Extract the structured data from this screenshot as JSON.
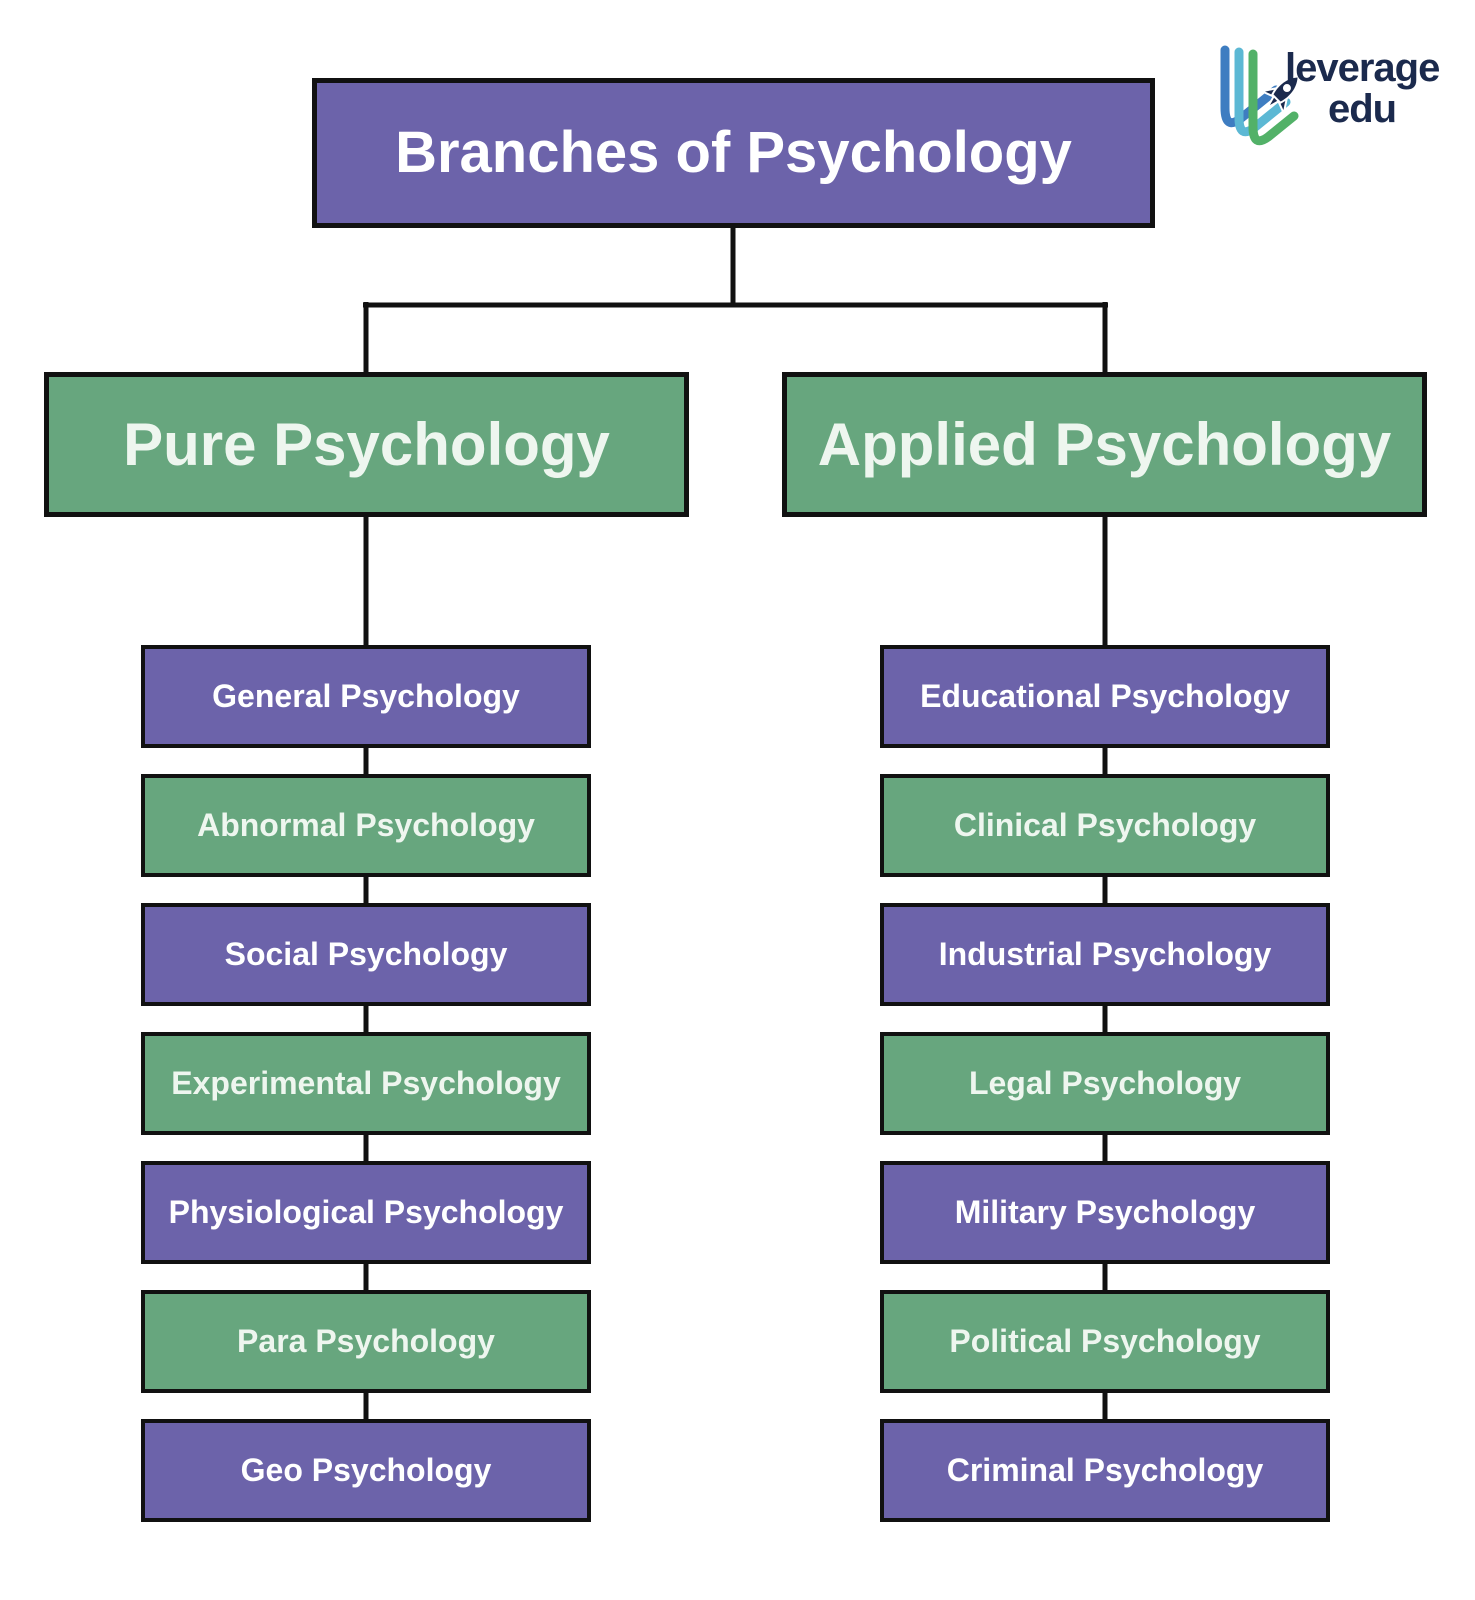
{
  "theme": {
    "purple": "#6c63aa",
    "green": "#67a67e",
    "border": "#111111",
    "line": "#111111",
    "text_on_purple": "#ffffff",
    "text_on_green": "#eef6ef",
    "logo_navy": "#1b2a4d",
    "logo_blue": "#3e7dc1",
    "logo_teal": "#5cb8d4",
    "logo_green": "#52b168"
  },
  "logo": {
    "line1": "leverage",
    "line2": "edu",
    "icon": "leverage-edu-v-rocket-icon"
  },
  "tree": {
    "root": {
      "label": "Branches of Psychology",
      "variant": "purple"
    },
    "branches": [
      {
        "label": "Pure Psychology",
        "variant": "green",
        "children": [
          {
            "label": "General Psychology",
            "variant": "purple"
          },
          {
            "label": "Abnormal Psychology",
            "variant": "green"
          },
          {
            "label": "Social Psychology",
            "variant": "purple"
          },
          {
            "label": "Experimental Psychology",
            "variant": "green"
          },
          {
            "label": "Physiological Psychology",
            "variant": "purple"
          },
          {
            "label": "Para Psychology",
            "variant": "green"
          },
          {
            "label": "Geo Psychology",
            "variant": "purple"
          }
        ]
      },
      {
        "label": "Applied Psychology",
        "variant": "green",
        "children": [
          {
            "label": "Educational Psychology",
            "variant": "purple"
          },
          {
            "label": "Clinical Psychology",
            "variant": "green"
          },
          {
            "label": "Industrial Psychology",
            "variant": "purple"
          },
          {
            "label": "Legal Psychology",
            "variant": "green"
          },
          {
            "label": "Military Psychology",
            "variant": "purple"
          },
          {
            "label": "Political Psychology",
            "variant": "green"
          },
          {
            "label": "Criminal Psychology",
            "variant": "purple"
          }
        ]
      }
    ]
  }
}
